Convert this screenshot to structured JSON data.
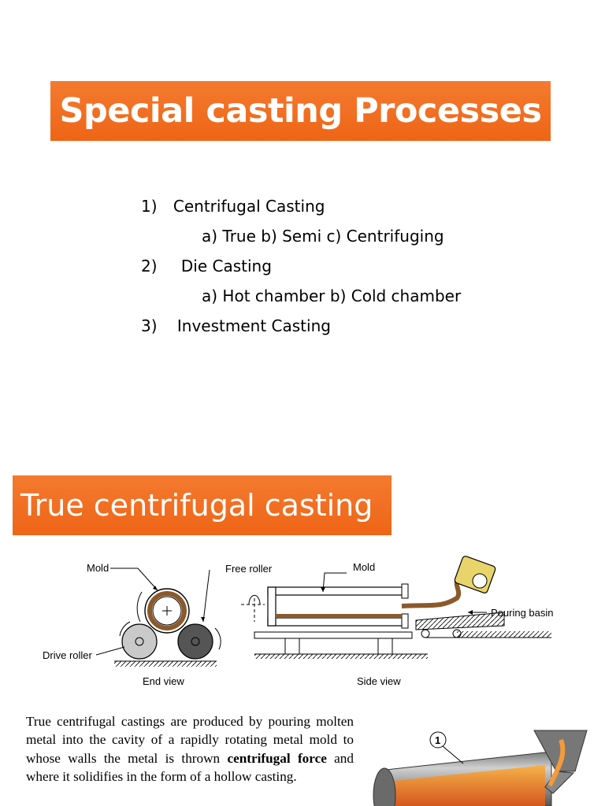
{
  "title": "Special casting Processes",
  "list": [
    {
      "num": "1)",
      "text": "Centrifugal Casting"
    },
    {
      "num": "",
      "text": "a) True b) Semi c) Centrifuging"
    },
    {
      "num": "2)",
      "text": "Die Casting"
    },
    {
      "num": "",
      "text": "a) Hot chamber b) Cold chamber"
    },
    {
      "num": "3)",
      "text": "Investment Casting"
    }
  ],
  "section_title": "True centrifugal casting",
  "diagram": {
    "labels": {
      "mold_end": "Mold",
      "free_roller": "Free roller",
      "drive_roller": "Drive roller",
      "end_view": "End view",
      "mold_side": "Mold",
      "pouring_basin": "Pouring basin",
      "side_view": "Side view"
    }
  },
  "paragraph": {
    "before": "True centrifugal castings are produced by pouring molten metal into the cavity of a rapidly rotating metal mold to whose walls the metal is thrown ",
    "bold": "centrifugal force",
    "after": " and where it solidifies in the form of a hollow casting."
  },
  "figure2": {
    "callout": "1"
  }
}
